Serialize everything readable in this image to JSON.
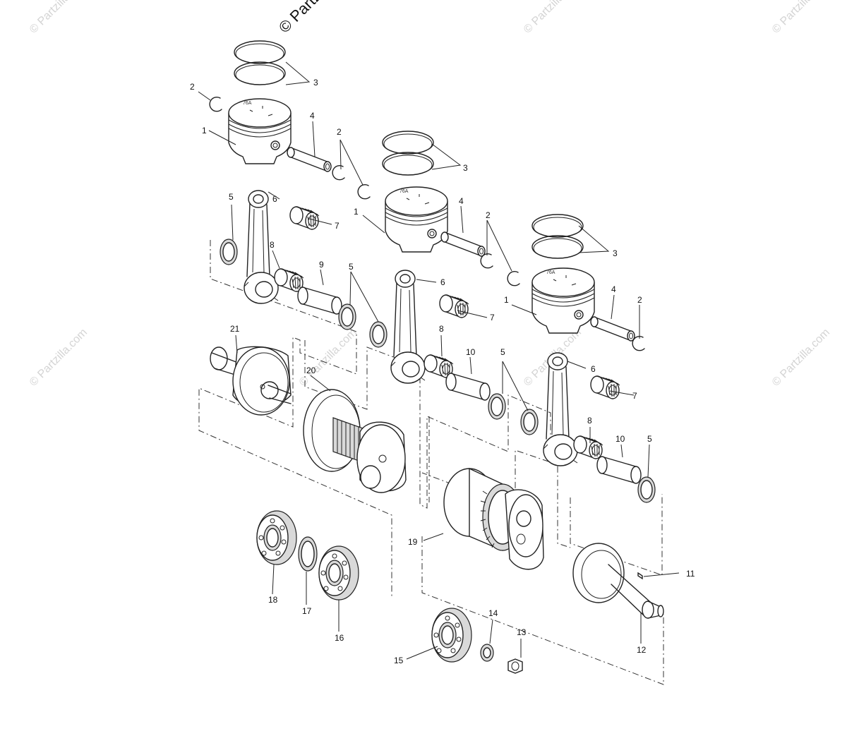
{
  "watermark": {
    "text": "© Partzilla.com",
    "top_text": "© Partz"
  },
  "piston_marking": "76A",
  "callouts": [
    {
      "id": "c1a",
      "label": "1"
    },
    {
      "id": "c2a",
      "label": "2"
    },
    {
      "id": "c3a",
      "label": "3"
    },
    {
      "id": "c4a",
      "label": "4"
    },
    {
      "id": "c2b",
      "label": "2"
    },
    {
      "id": "c3b",
      "label": "3"
    },
    {
      "id": "c5a",
      "label": "5"
    },
    {
      "id": "c6a",
      "label": "6"
    },
    {
      "id": "c7a",
      "label": "7"
    },
    {
      "id": "c1b",
      "label": "1"
    },
    {
      "id": "c4b",
      "label": "4"
    },
    {
      "id": "c2c",
      "label": "2"
    },
    {
      "id": "c3c",
      "label": "3"
    },
    {
      "id": "c8a",
      "label": "8"
    },
    {
      "id": "c9",
      "label": "9"
    },
    {
      "id": "c5b",
      "label": "5"
    },
    {
      "id": "c6b",
      "label": "6"
    },
    {
      "id": "c1c",
      "label": "1"
    },
    {
      "id": "c4c",
      "label": "4"
    },
    {
      "id": "c2d",
      "label": "2"
    },
    {
      "id": "c7b",
      "label": "7"
    },
    {
      "id": "c21",
      "label": "21"
    },
    {
      "id": "c8b",
      "label": "8"
    },
    {
      "id": "c10a",
      "label": "10"
    },
    {
      "id": "c5c",
      "label": "5"
    },
    {
      "id": "c6c",
      "label": "6"
    },
    {
      "id": "c20",
      "label": "20"
    },
    {
      "id": "c7c",
      "label": "7"
    },
    {
      "id": "c8c",
      "label": "8"
    },
    {
      "id": "c10b",
      "label": "10"
    },
    {
      "id": "c5d",
      "label": "5"
    },
    {
      "id": "c19",
      "label": "19"
    },
    {
      "id": "c11",
      "label": "11"
    },
    {
      "id": "c18",
      "label": "18"
    },
    {
      "id": "c17",
      "label": "17"
    },
    {
      "id": "c16",
      "label": "16"
    },
    {
      "id": "c14",
      "label": "14"
    },
    {
      "id": "c13",
      "label": "13"
    },
    {
      "id": "c15",
      "label": "15"
    },
    {
      "id": "c12",
      "label": "12"
    }
  ]
}
